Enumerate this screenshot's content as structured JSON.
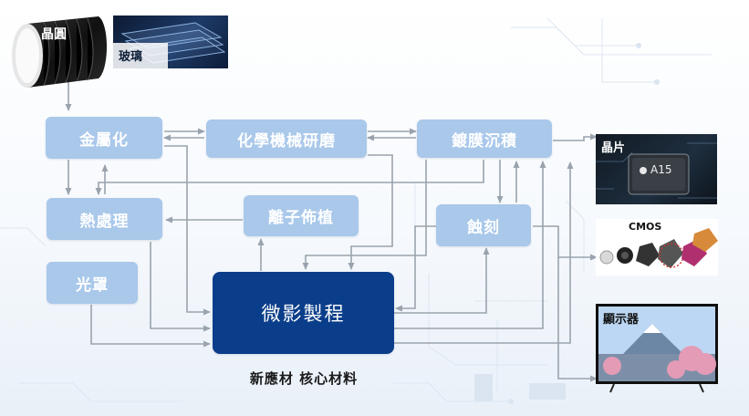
{
  "inputs": {
    "wafer": "晶圓",
    "glass": "玻璃"
  },
  "nodes": {
    "metallization": "金屬化",
    "cmp": "化學機械研磨",
    "coating": "鍍膜沉積",
    "heat_treatment": "熱處理",
    "ion_implant": "離子佈植",
    "etching": "蝕刻",
    "photomask": "光罩",
    "lithography": "微影製程"
  },
  "caption": "新應材 核心材料",
  "outputs": {
    "chip": {
      "label": "晶片",
      "chip_text": "A15"
    },
    "cmos": {
      "label": "CMOS"
    },
    "display": {
      "label": "顯示器"
    }
  },
  "colors": {
    "node": "#a9c8ea",
    "main_node": "#0b3e8a",
    "connector": "#9aa3ad"
  }
}
